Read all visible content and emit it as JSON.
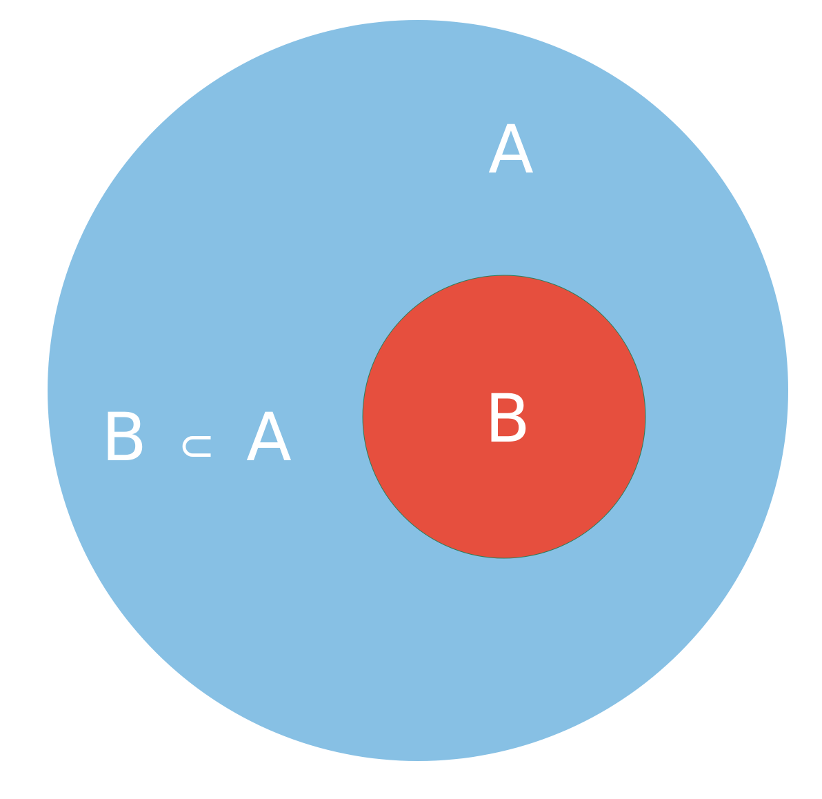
{
  "diagram": {
    "type": "venn-subset",
    "colors": {
      "background": "#ffffff",
      "set_a_fill": "#87c0e4",
      "set_b_fill": "#e64f3e",
      "set_b_outline": "#2e7d5b",
      "label_color": "#ffffff"
    },
    "set_a": {
      "label": "A"
    },
    "set_b": {
      "label": "B"
    },
    "relation": {
      "left": "B",
      "symbol": "⊂",
      "right": "A"
    }
  }
}
